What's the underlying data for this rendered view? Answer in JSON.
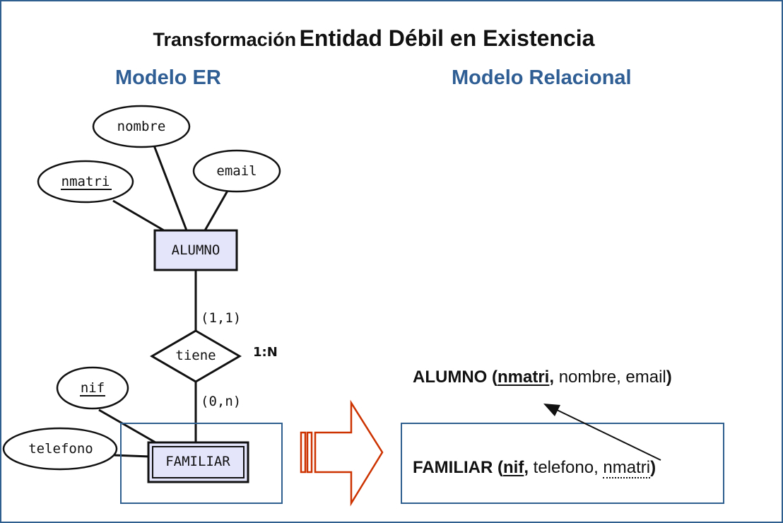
{
  "title": {
    "part1": "Transformación",
    "part2": "Entidad Débil en Existencia"
  },
  "sections": {
    "er": "Modelo ER",
    "relational": "Modelo Relacional"
  },
  "er": {
    "attributes": {
      "nombre": "nombre",
      "email": "email",
      "nmatri": "nmatri",
      "nif": "nif",
      "telefono": "telefono"
    },
    "entities": {
      "alumno": "ALUMNO",
      "familiar": "FAMILIAR"
    },
    "relationship": {
      "name": "tiene",
      "type": "1:N",
      "card_top": "(1,1)",
      "card_bottom": "(0,n)"
    }
  },
  "relational": {
    "alumno": {
      "name": "ALUMNO",
      "open": "(",
      "pk": "nmatri",
      "comma": ",",
      "rest": " nombre, email",
      "close": ")"
    },
    "familiar": {
      "name": "FAMILIAR",
      "open": "(",
      "pk": "nif",
      "comma": ",",
      "rest": " telefono, ",
      "fk": "nmatri",
      "close": ")"
    }
  },
  "colors": {
    "border": "#2e5f8f",
    "section": "#2f5e95",
    "entity_fill": "#e4e4fb",
    "arrow": "#cc3300"
  }
}
